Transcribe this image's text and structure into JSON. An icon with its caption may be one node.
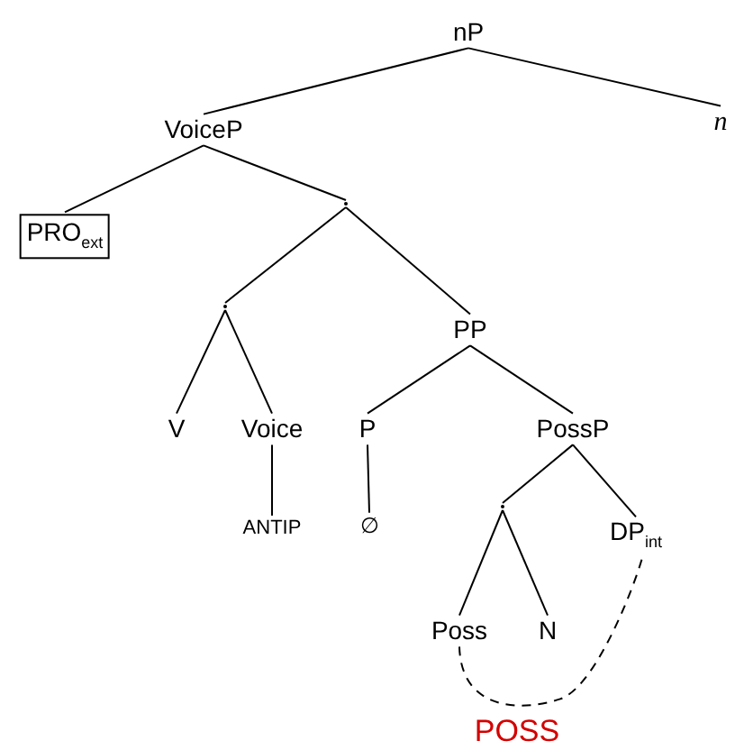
{
  "diagram": {
    "nodes": [
      {
        "text": [
          "nP"
        ]
      },
      {
        "text": [
          "VoiceP"
        ]
      },
      {
        "text": [
          "n"
        ]
      },
      {
        "text": [
          "PRO$_{ext}$"
        ]
      },
      {
        "text": [],
        "shape": "point"
      },
      {
        "text": [],
        "shape": "point"
      },
      {
        "text": [
          "PP"
        ]
      },
      {
        "text": [
          "V"
        ]
      },
      {
        "text": [
          "Voice"
        ]
      },
      {
        "text": [
          "P"
        ]
      },
      {
        "text": [
          "PossP"
        ]
      },
      {
        "text": [
          "ANTIP"
        ]
      },
      {
        "text": [
          "∅"
        ]
      },
      {
        "text": [],
        "shape": "point"
      },
      {
        "text": [
          "DP$_{int}$"
        ]
      },
      {
        "text": [
          "Poss"
        ]
      },
      {
        "text": [
          "N"
        ]
      }
    ],
    "edges": [
      {
        "from": 0,
        "to": 1,
        "arrow": "none"
      },
      {
        "from": 0,
        "to": 2,
        "arrow": "none"
      },
      {
        "from": 1,
        "to": 3,
        "arrow": "none"
      },
      {
        "from": 1,
        "to": 4,
        "arrow": "none"
      },
      {
        "from": 4,
        "to": 5,
        "arrow": "none"
      },
      {
        "from": 4,
        "to": 6,
        "arrow": "none"
      },
      {
        "from": 5,
        "to": 7,
        "arrow": "none"
      },
      {
        "from": 5,
        "to": 8,
        "arrow": "none"
      },
      {
        "from": 6,
        "to": 9,
        "arrow": "none"
      },
      {
        "from": 6,
        "to": 10,
        "arrow": "none"
      },
      {
        "from": 8,
        "to": 11,
        "arrow": "none"
      },
      {
        "from": 9,
        "to": 12,
        "arrow": "none"
      },
      {
        "from": 10,
        "to": 13,
        "arrow": "none"
      },
      {
        "from": 10,
        "to": 14,
        "arrow": "none"
      },
      {
        "from": 13,
        "to": 15,
        "arrow": "none"
      },
      {
        "from": 13,
        "to": 16,
        "arrow": "none"
      },
      {
        "from": 15,
        "to": 14,
        "arrow": "none",
        "style": "dashed"
      }
    ],
    "labels": [
      "POSS"
    ]
  }
}
